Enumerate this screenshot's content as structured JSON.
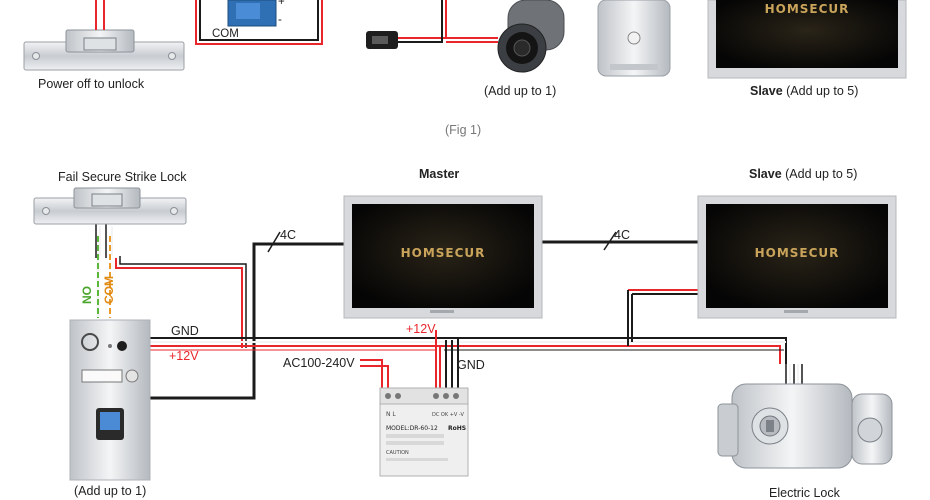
{
  "fig1": {
    "power_off_label": "Power off to unlock",
    "relay_com_label": "COM",
    "relay_plus_label": "+",
    "relay_minus_label": "-",
    "camera_label": "(Add up to 1)",
    "slave_label_bold": "Slave",
    "slave_label_rest": " (Add up to 5)",
    "caption": "(Fig 1)"
  },
  "fig2": {
    "strike_lock_label": "Fail Secure Strike Lock",
    "no_label": "NO",
    "com_label": "COM",
    "master_label": "Master",
    "slave_label_bold": "Slave",
    "slave_label_rest": " (Add up to 5)",
    "cable_left_label": "4C",
    "cable_right_label": "4C",
    "gnd_left_label": "GND",
    "v12_left_label": "+12V",
    "v12_center_label": "+12V",
    "ac_label": "AC100-240V",
    "gnd_center_label": "GND",
    "door_station_label": "(Add up to 1)",
    "electric_lock_label": "Electric Lock",
    "psu_model": "MODEL:DR-60-12",
    "psu_rohs": "RoHS",
    "psu_caution": "CAUTION",
    "psu_terminals_left": "N L",
    "psu_terminals_right": "DC OK  +V  -V"
  },
  "brand": "HOMSECUR",
  "colors": {
    "wire_red": "#e8262b",
    "wire_black": "#1b1b1b",
    "wire_white": "#f4f4f4",
    "wire_green": "#5cb83a",
    "wire_orange": "#e89a2a",
    "monitor_frame": "#d7d9dc",
    "monitor_screen": "#0d0d0d",
    "brand_gold": "#c9a45a"
  }
}
